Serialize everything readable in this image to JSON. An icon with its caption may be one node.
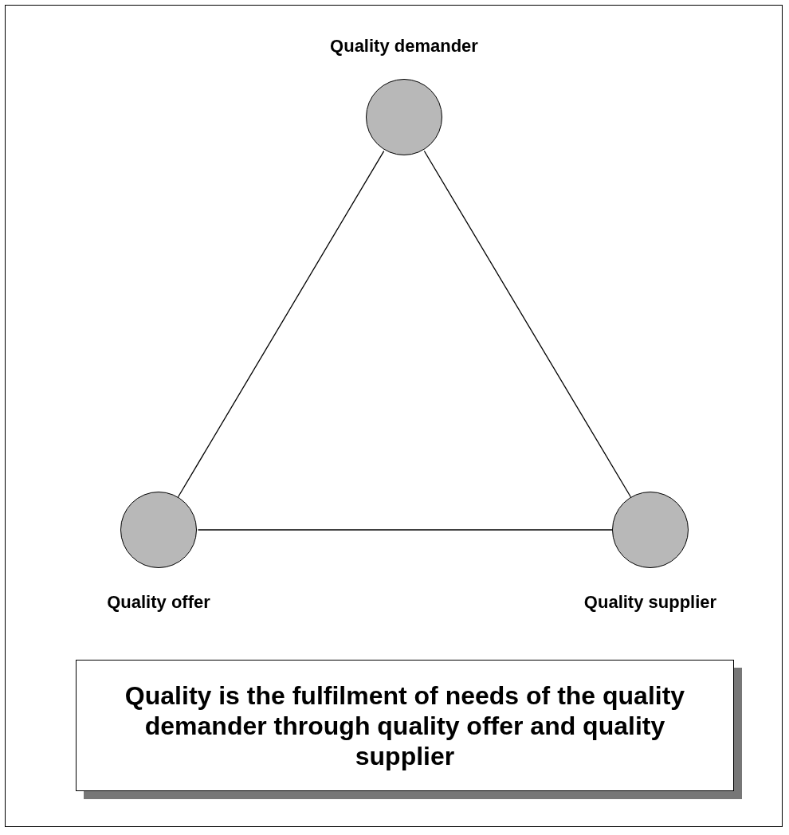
{
  "diagram": {
    "nodes": [
      {
        "text": [
          "Quality demander"
        ]
      },
      {
        "text": [
          "Quality offer"
        ]
      },
      {
        "text": [
          "Quality supplier"
        ]
      },
      {
        "text": [
          "Quality is the fulfilment of needs of the quality demander through quality offer and quality supplier"
        ]
      }
    ],
    "edges": [
      {
        "from": 0,
        "to": 1,
        "arrow": "none"
      },
      {
        "from": 0,
        "to": 2,
        "arrow": "none"
      },
      {
        "from": 1,
        "to": 2,
        "arrow": "none"
      }
    ]
  }
}
